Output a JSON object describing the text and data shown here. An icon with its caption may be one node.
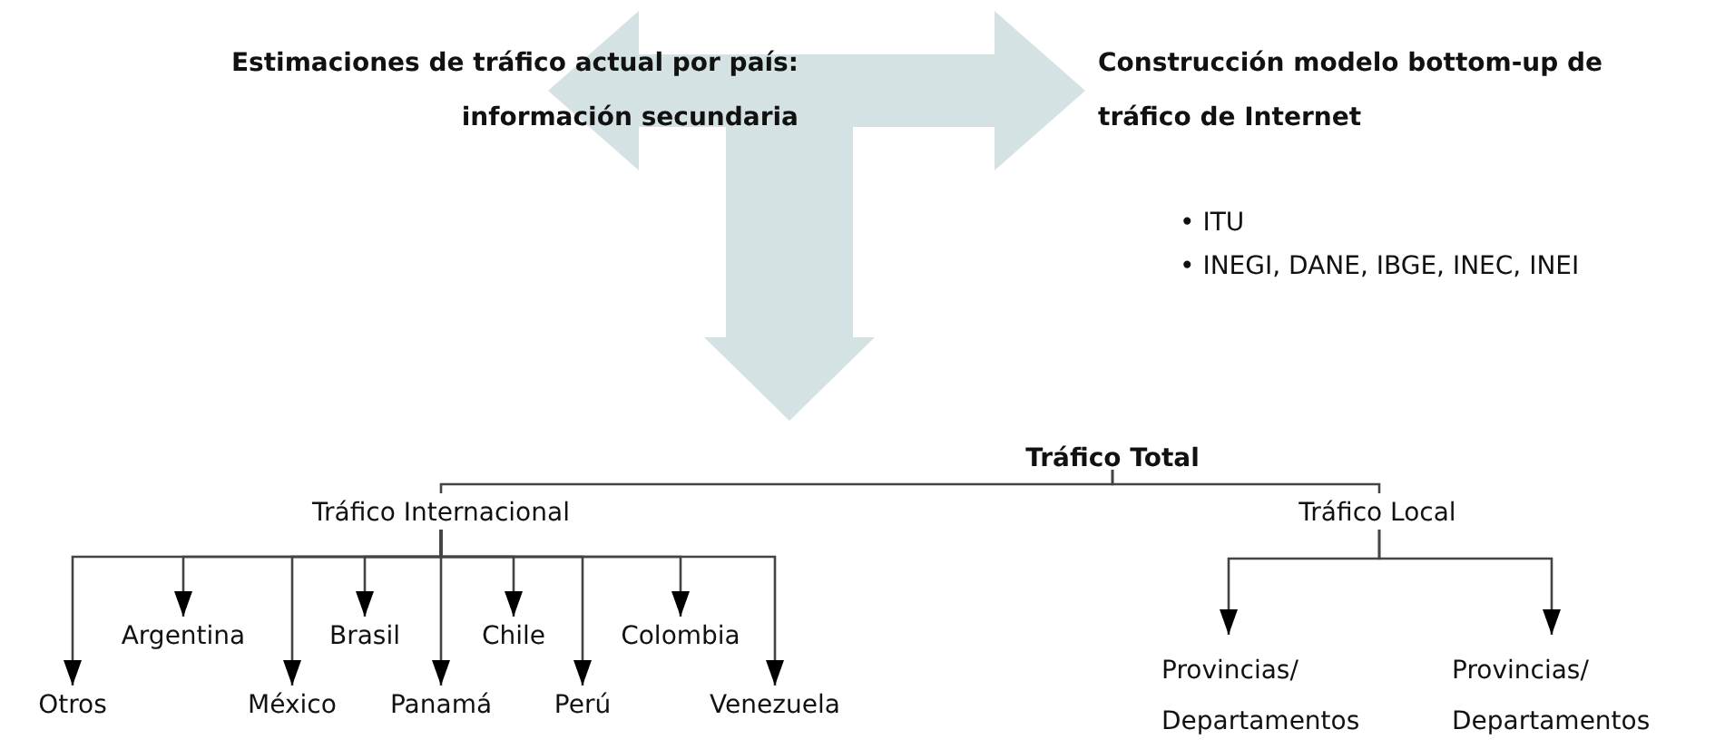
{
  "diagram": {
    "nodes": [
      {
        "text": [
          "Estimaciones de tráfico actual por país: información secundaria"
        ]
      },
      {
        "text": [
          "Construcción modelo bottom-up de tráfico de Internet"
        ]
      },
      {
        "text": [
          "Tráfico Total"
        ]
      },
      {
        "text": [
          "Tráfico Internacional"
        ]
      },
      {
        "text": [
          "Tráfico Local"
        ]
      },
      {
        "text": [
          "Otros"
        ]
      },
      {
        "text": [
          "Argentina"
        ]
      },
      {
        "text": [
          "México"
        ]
      },
      {
        "text": [
          "Brasil"
        ]
      },
      {
        "text": [
          "Panamá"
        ]
      },
      {
        "text": [
          "Chile"
        ]
      },
      {
        "text": [
          "Perú"
        ]
      },
      {
        "text": [
          "Colombia"
        ]
      },
      {
        "text": [
          "Venezuela"
        ]
      },
      {
        "text": [
          "Provincias/ Departamentos"
        ]
      },
      {
        "text": [
          "Provincias/ Departamentos"
        ]
      }
    ],
    "edges": [
      {
        "from": 2,
        "to": 3,
        "arrow": "none"
      },
      {
        "from": 2,
        "to": 4,
        "arrow": "none"
      },
      {
        "from": 3,
        "to": 5,
        "arrow": "to"
      },
      {
        "from": 3,
        "to": 6,
        "arrow": "to"
      },
      {
        "from": 3,
        "to": 7,
        "arrow": "to"
      },
      {
        "from": 3,
        "to": 8,
        "arrow": "to"
      },
      {
        "from": 3,
        "to": 9,
        "arrow": "to"
      },
      {
        "from": 3,
        "to": 10,
        "arrow": "to"
      },
      {
        "from": 3,
        "to": 11,
        "arrow": "to"
      },
      {
        "from": 3,
        "to": 12,
        "arrow": "to"
      },
      {
        "from": 3,
        "to": 13,
        "arrow": "to"
      },
      {
        "from": 4,
        "to": 14,
        "arrow": "to"
      },
      {
        "from": 4,
        "to": 15,
        "arrow": "to"
      }
    ],
    "labels": [
      "• ITU",
      "• INEGI, DANE, IBGE, INEC, INEI"
    ]
  }
}
